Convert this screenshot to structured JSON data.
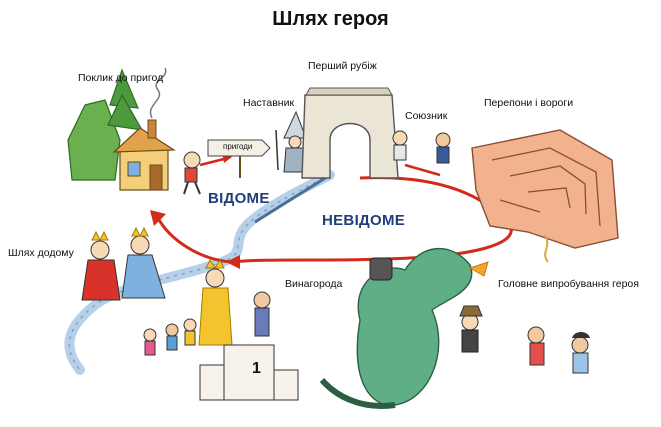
{
  "title": "Шлях героя",
  "zones": {
    "known": "ВІДОМЕ",
    "unknown": "НЕВІДОМЕ"
  },
  "stages": {
    "call": "Поклик до пригод",
    "mentor": "Наставник",
    "threshold": "Перший рубіж",
    "ally": "Союзник",
    "obstacles": "Перепони і вороги",
    "ordeal": "Головне випробування героя",
    "reward": "Винагорода",
    "return": "Шлях додому"
  },
  "sign": "пригоди",
  "podium_number": "1",
  "colors": {
    "path_arrow": "#d42a1a",
    "known_zone": "#1f3f7a",
    "dragon": "#5fae86",
    "maze": "#f2b28e",
    "river": "#a9c8e6"
  }
}
